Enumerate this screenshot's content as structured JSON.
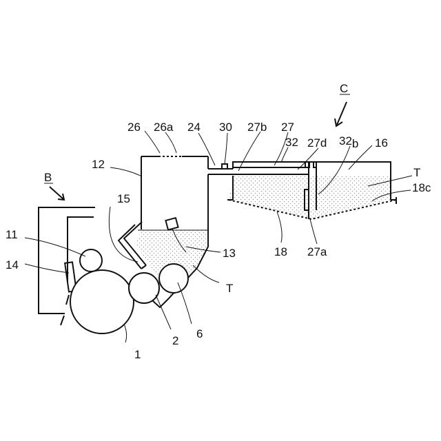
{
  "labels": {
    "B": "B",
    "C": "C",
    "n1": "1",
    "n2": "2",
    "n6": "6",
    "n11": "11",
    "n12": "12",
    "n13": "13",
    "n14": "14",
    "n15": "15",
    "n16": "16",
    "n18": "18",
    "n18c": "18c",
    "n24": "24",
    "n26": "26",
    "n26a": "26a",
    "n27": "27",
    "n27a": "27a",
    "n27b": "27b",
    "n27d": "27d",
    "n30": "30",
    "n32": "32",
    "n32b_main": "32",
    "n32b_sub": "b",
    "T_hopper": "T",
    "T_tank": "T"
  },
  "colors": {
    "line": "#111111",
    "toner_dots": "#9a9a9a",
    "background": "#ffffff"
  }
}
